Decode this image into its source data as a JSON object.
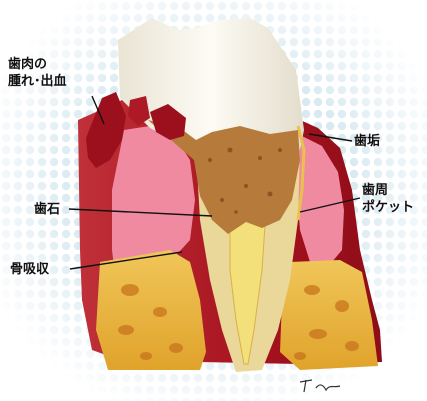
{
  "labels": {
    "gum_swelling_line1": "歯肉の",
    "gum_swelling_line2": "腫れ･出血",
    "plaque": "歯垢",
    "calculus": "歯石",
    "pocket_line1": "歯周",
    "pocket_line2": "ポケット",
    "bone_resorption": "骨吸収"
  },
  "colors": {
    "background_dots": "#d8e9f1",
    "tooth_crown": "#f5f0e4",
    "gum_red": "#b7222c",
    "gum_pink": "#f08aa0",
    "bone_yellow": "#e8b23a",
    "calculus_brown": "#b67a3a",
    "pulp": "#f4e07a"
  }
}
